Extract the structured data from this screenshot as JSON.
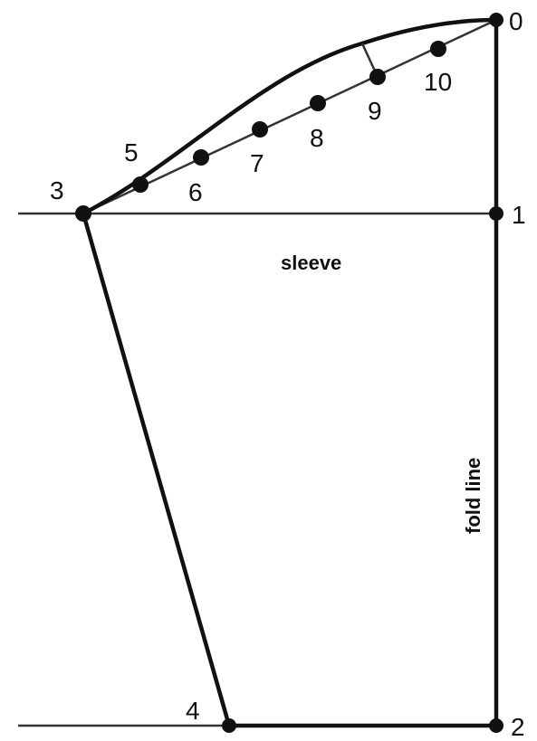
{
  "labels": {
    "sleeve": "sleeve",
    "fold_line": "fold line"
  },
  "points": [
    {
      "id": "0",
      "label": "0"
    },
    {
      "id": "1",
      "label": "1"
    },
    {
      "id": "2",
      "label": "2"
    },
    {
      "id": "3",
      "label": "3"
    },
    {
      "id": "4",
      "label": "4"
    },
    {
      "id": "5",
      "label": "5"
    },
    {
      "id": "6",
      "label": "6"
    },
    {
      "id": "7",
      "label": "7"
    },
    {
      "id": "8",
      "label": "8"
    },
    {
      "id": "9",
      "label": "9"
    },
    {
      "id": "10",
      "label": "10"
    }
  ]
}
